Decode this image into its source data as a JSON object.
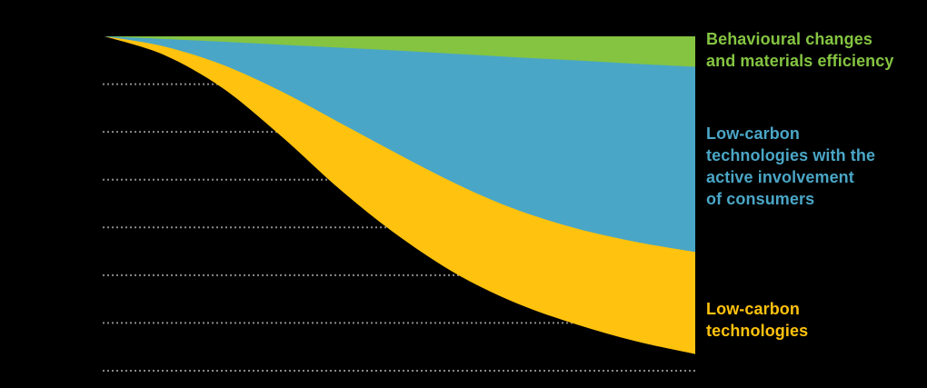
{
  "background_color": "#000000",
  "chart_data": {
    "type": "area",
    "stacked": true,
    "orientation": "wedges grow downward from a flat top baseline toward the right",
    "title": "",
    "x": [
      0,
      0.1,
      0.2,
      0.3,
      0.4,
      0.5,
      0.6,
      0.7,
      0.8,
      0.9,
      1
    ],
    "x_axis": {
      "tick_labels": [],
      "note": "no axis tick labels visible in image"
    },
    "y_axis": {
      "tick_labels": [],
      "gridline_count": 7,
      "gridline_style": "dotted",
      "gridline_color": "#8A8A8A"
    },
    "units": "cumulative fraction of full stack depth at right edge (no numeric labels visible)",
    "legend_position": "right",
    "series": [
      {
        "name": "Behavioural changes and materials efficiency",
        "label_text": "Behavioural changes\nand materials efficiency",
        "color": "#84C441",
        "cumulative": [
          0,
          0.008,
          0.016,
          0.025,
          0.034,
          0.043,
          0.053,
          0.063,
          0.072,
          0.082,
          0.091
        ]
      },
      {
        "name": "Low-carbon technologies with the active involvement of consumers",
        "label_text": "Low-carbon\ntechnologies with the\nactive involvement\nof consumers",
        "color": "#4AA6C6",
        "cumulative": [
          0,
          0.03,
          0.085,
          0.165,
          0.26,
          0.355,
          0.445,
          0.52,
          0.575,
          0.615,
          0.645
        ]
      },
      {
        "name": "Low-carbon technologies",
        "label_text": "Low-carbon\ntechnologies",
        "color": "#FFC20E",
        "cumulative": [
          0,
          0.055,
          0.155,
          0.3,
          0.46,
          0.6,
          0.715,
          0.8,
          0.862,
          0.912,
          0.95
        ]
      }
    ]
  }
}
